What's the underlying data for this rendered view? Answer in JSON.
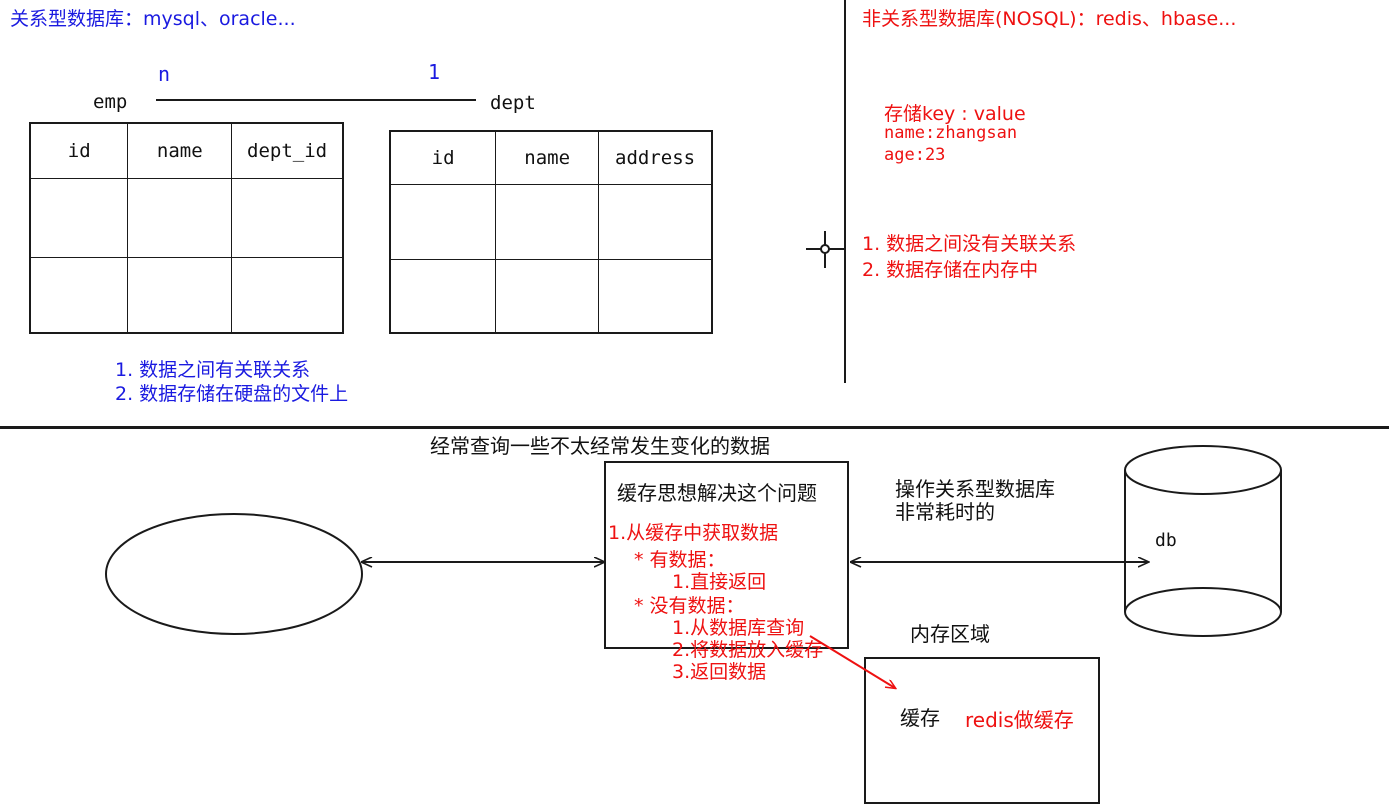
{
  "relational": {
    "heading": "关系型数据库：mysql、oracle...",
    "entity_left": "emp",
    "entity_right": "dept",
    "cardinality_left": "n",
    "cardinality_right": "1",
    "emp_table": {
      "name": "emp",
      "headers": [
        "id",
        "name",
        "dept_id"
      ],
      "rows": [
        [
          "",
          "",
          ""
        ],
        [
          "",
          "",
          ""
        ]
      ]
    },
    "dept_table": {
      "name": "dept",
      "headers": [
        "id",
        "name",
        "address"
      ],
      "rows": [
        [
          "",
          "",
          ""
        ],
        [
          "",
          "",
          ""
        ]
      ]
    },
    "notes": [
      "1. 数据之间有关联关系",
      "2. 数据存储在硬盘的文件上"
    ]
  },
  "nosql": {
    "heading": "非关系型数据库(NOSQL)：redis、hbase...",
    "storage_lines": [
      "存储key : value",
      "name:zhangsan",
      "age:23"
    ],
    "notes": [
      "1. 数据之间没有关联关系",
      "2. 数据存储在内存中"
    ]
  },
  "cache_section": {
    "top_caption": "经常查询一些不太经常发生变化的数据",
    "client_label": "",
    "cache_box": {
      "title": "缓存思想解决这个问题",
      "steps": [
        "1.从缓存中获取数据",
        "* 有数据：",
        "1.直接返回",
        "* 没有数据：",
        "1.从数据库查询",
        "2.将数据放入缓存",
        "3.返回数据"
      ]
    },
    "db_note_lines": [
      "操作关系型数据库",
      "非常耗时的"
    ],
    "db_cylinder_label": "db",
    "memory_area_label": "内存区域",
    "cache_rect_label": "缓存",
    "cache_rect_annotation": "redis做缓存"
  },
  "colors": {
    "blue": "#1a1ae0",
    "red": "#ee1111",
    "black": "#111111",
    "line": "#1a1a1a"
  },
  "cursor": {
    "icon": "crosshair-cursor"
  }
}
